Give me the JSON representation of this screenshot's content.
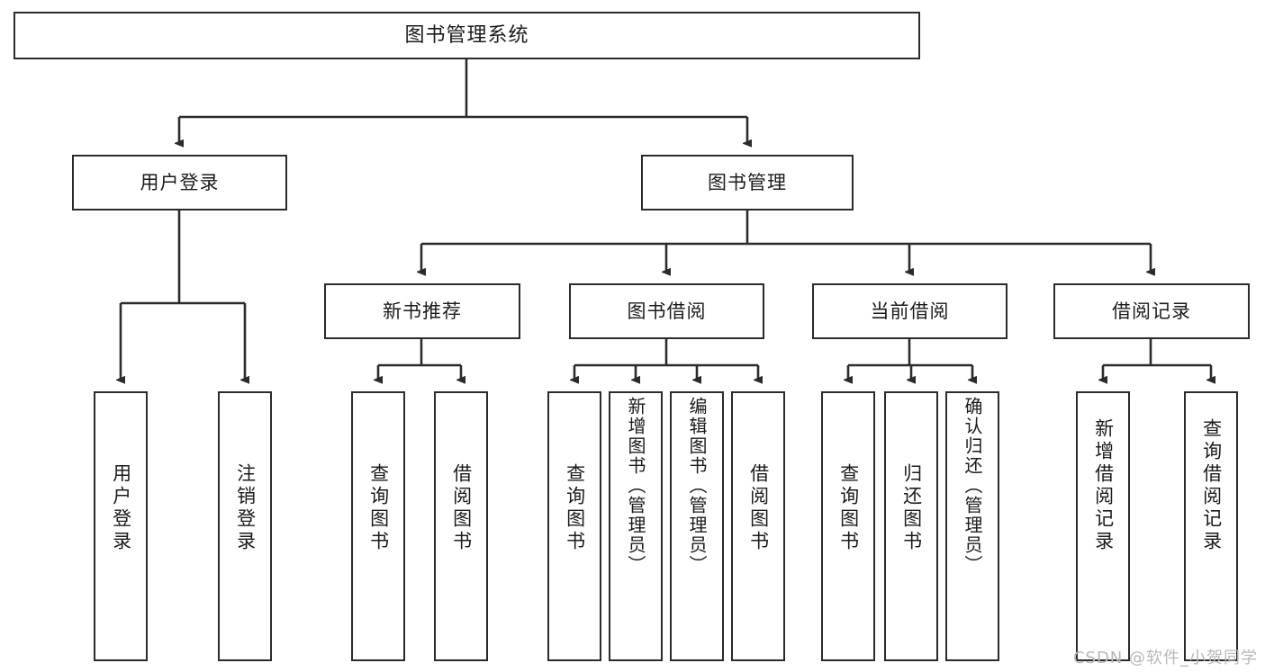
{
  "diagram": {
    "title": "图书管理系统",
    "type": "hierarchy-tree",
    "root": {
      "label": "图书管理系统"
    },
    "level1": [
      {
        "id": "user-login",
        "label": "用户登录"
      },
      {
        "id": "book-management",
        "label": "图书管理"
      }
    ],
    "level2": [
      {
        "id": "new-book-recommend",
        "label": "新书推荐",
        "parent": "book-management"
      },
      {
        "id": "book-borrow",
        "label": "图书借阅",
        "parent": "book-management"
      },
      {
        "id": "current-borrow",
        "label": "当前借阅",
        "parent": "book-management"
      },
      {
        "id": "borrow-record",
        "label": "借阅记录",
        "parent": "book-management"
      }
    ],
    "leaves": {
      "user-login": [
        {
          "id": "leaf-user-login",
          "label": "用户登录"
        },
        {
          "id": "leaf-logout",
          "label": "注销登录"
        }
      ],
      "new-book-recommend": [
        {
          "id": "leaf-query-book-1",
          "label": "查询图书"
        },
        {
          "id": "leaf-borrow-book-1",
          "label": "借阅图书"
        }
      ],
      "book-borrow": [
        {
          "id": "leaf-query-book-2",
          "label": "查询图书"
        },
        {
          "id": "leaf-add-book",
          "label": "新增图书（管理员）"
        },
        {
          "id": "leaf-edit-book",
          "label": "编辑图书（管理员）"
        },
        {
          "id": "leaf-borrow-book-2",
          "label": "借阅图书"
        }
      ],
      "current-borrow": [
        {
          "id": "leaf-query-book-3",
          "label": "查询图书"
        },
        {
          "id": "leaf-return-book",
          "label": "归还图书"
        },
        {
          "id": "leaf-confirm-return",
          "label": "确认归还（管理员）"
        }
      ],
      "borrow-record": [
        {
          "id": "leaf-add-record",
          "label": "新增借阅记录"
        },
        {
          "id": "leaf-query-record",
          "label": "查询借阅记录"
        }
      ]
    },
    "colors": {
      "border": "#2b2b2b",
      "background": "#ffffff",
      "text": "#1b1b1b",
      "watermark": "#b8b8b8"
    }
  },
  "watermark": {
    "text": "CSDN @软件_小贺同学"
  }
}
